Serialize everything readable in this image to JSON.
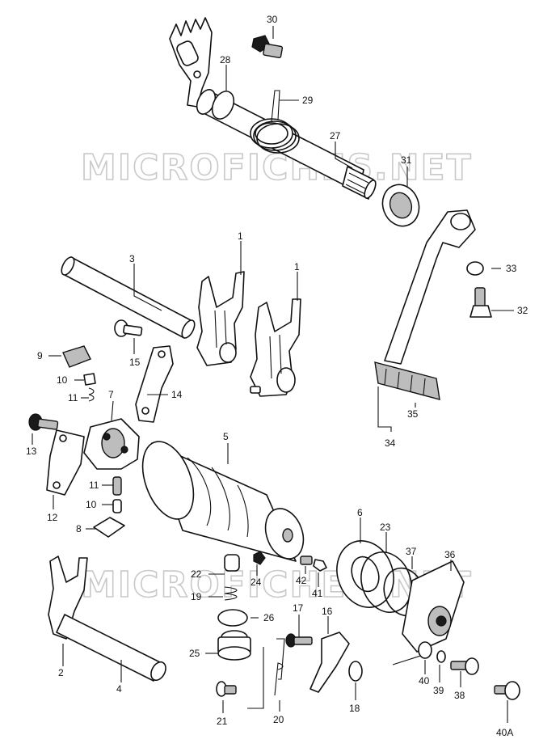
{
  "watermark": "MICROFICHES.NET",
  "labels": {
    "p1a": "1",
    "p1b": "1",
    "p2": "2",
    "p3": "3",
    "p4": "4",
    "p5": "5",
    "p6": "6",
    "p7": "7",
    "p8": "8",
    "p9": "9",
    "p10a": "10",
    "p10b": "10",
    "p11a": "11",
    "p11b": "11",
    "p12": "12",
    "p13": "13",
    "p14": "14",
    "p15": "15",
    "p16": "16",
    "p17": "17",
    "p18": "18",
    "p19": "19",
    "p20": "20",
    "p21": "21",
    "p22": "22",
    "p23": "23",
    "p24": "24",
    "p25": "25",
    "p26": "26",
    "p27": "27",
    "p28": "28",
    "p29": "29",
    "p30": "30",
    "p31": "31",
    "p32": "32",
    "p33": "33",
    "p34": "34",
    "p35": "35",
    "p36": "36",
    "p37": "37",
    "p38": "38",
    "p39": "39",
    "p40": "40",
    "p40a": "40A",
    "p41": "41",
    "p42": "42"
  }
}
